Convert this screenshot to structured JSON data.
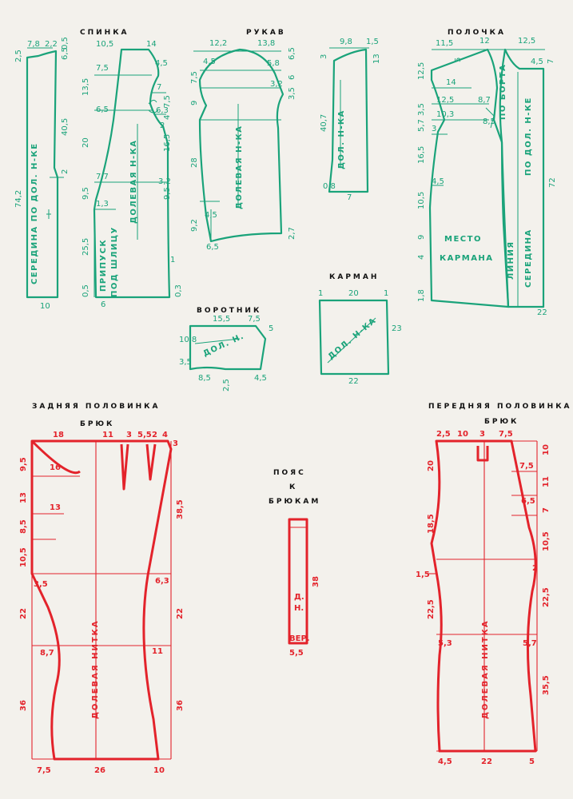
{
  "colors": {
    "paper": "#f3f1ec",
    "green": "#1aa37a",
    "red": "#e3232b",
    "ink": "#111111"
  },
  "titles": {
    "back": "СПИНКА",
    "sleeve": "РУКАВ",
    "front": "ПОЛОЧКА",
    "collar": "ВОРОТНИК",
    "pocket": "КАРМАН",
    "back_half": "ЗАДНЯЯ ПОЛОВИНКА",
    "back_half_2": "БРЮК",
    "belt_1": "ПОЯС",
    "belt_2": "К",
    "belt_3": "БРЮКАМ",
    "front_half": "ПЕРЕДНЯЯ ПОЛОВИНКА",
    "front_half_2": "БРЮК"
  },
  "labels": {
    "back_center": "СЕРЕДИНА ПО ДОЛ. Н-КЕ",
    "back_grain": "ДОЛЕВАЯ Н-КА",
    "back_slit": "ПРИПУСК",
    "back_slit_2": "ПОД ШЛИЦУ",
    "sleeve_grain": "ДОЛЕВАЯ Н-КА",
    "sleeve2_grain": "ДОЛ. Н-КА",
    "front_pocket_1": "МЕСТО",
    "front_pocket_2": "КАРМАНА",
    "front_line": "ЛИНИЯ",
    "front_board": "ПО БОРТА",
    "front_center": "СЕРЕДИНА",
    "front_grain": "ПО ДОЛ. Н-КЕ",
    "collar_grain": "ДОЛ. Н.",
    "pocket_grain": "ДОЛ. Н-КА",
    "trouser_grain": "ДОЛЕВАЯ НИТКА",
    "belt_grain_1": "Д.",
    "belt_grain_2": "Н.",
    "belt_top": "ВЕР."
  },
  "measurements": {
    "back": [
      "2,5",
      "7,8",
      "2,2",
      "0,5",
      "6,5",
      "74,2",
      "40,5",
      "2",
      "10",
      "10,5",
      "14",
      "7,5",
      "4,5",
      "13,5",
      "7",
      "6,5",
      "6,3",
      "2",
      "20",
      "7,7",
      "3,2",
      "9,5",
      "1,3",
      "25,5",
      "0,5",
      "6",
      "0,3"
    ],
    "sleeve": [
      "12,2",
      "13,8",
      "4,5",
      "5,8",
      "6,5",
      "7,5",
      "3,2",
      "6",
      "9",
      "3,5",
      "28",
      "9,2",
      "4,5",
      "6,5",
      "2,7",
      "9,8",
      "1,5",
      "3",
      "13",
      "40,7",
      "0,8",
      "7",
      "16,5",
      "4",
      "7,5",
      "9,5",
      "1"
    ],
    "front": [
      "11,5",
      "12",
      "12,5",
      "5",
      "4,5",
      "7",
      "12,5",
      "14",
      "8,7",
      "12,5",
      "10,3",
      "8,5",
      "3,5",
      "5,7",
      "3",
      "16,5",
      "4,5",
      "10,5",
      "9",
      "4",
      "1,8",
      "72"
    ],
    "collar": [
      "15,5",
      "7,5",
      "10,8",
      "5",
      "3,5",
      "8,5",
      "2,5",
      "4,5"
    ],
    "pocket": [
      "20",
      "1",
      "1",
      "23",
      "22"
    ],
    "trousers_back": [
      "18",
      "11",
      "3",
      "5,5",
      "2",
      "4",
      "3",
      "9,5",
      "16",
      "13",
      "13",
      "8,5",
      "38,5",
      "10,5",
      "3,5",
      "6,3",
      "22",
      "22",
      "8,7",
      "11",
      "36",
      "36",
      "7,5",
      "26",
      "10"
    ],
    "belt": [
      "38",
      "5,5"
    ],
    "trousers_front": [
      "2,5",
      "10",
      "3",
      "7,5",
      "20",
      "10",
      "7,5",
      "11",
      "6,5",
      "7",
      "18,5",
      "10,5",
      "1,5",
      "2",
      "22,5",
      "22,5",
      "5,3",
      "5,7",
      "35,5",
      "4,5",
      "22",
      "5"
    ]
  }
}
